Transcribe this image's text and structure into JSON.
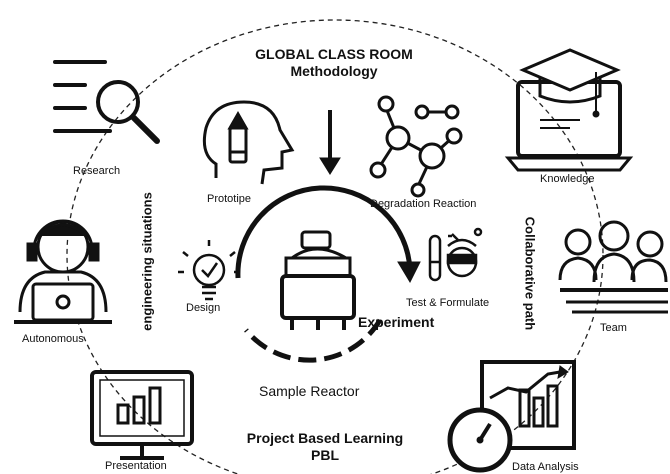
{
  "header": {
    "line1": "GLOBAL CLASS ROOM",
    "line2": "Methodology"
  },
  "footer": {
    "line1": "Project Based Learning",
    "line2": "PBL"
  },
  "side_left": "engineering situations",
  "side_right": "Collaborative path",
  "center": {
    "title": "Experiment",
    "subtitle": "Sample Reactor"
  },
  "nodes": {
    "research": "Research",
    "autonomous": "Autonomous",
    "presentation": "Presentation",
    "knowledge": "Knowledge",
    "team": "Team",
    "data_analysis": "Data Analysis"
  },
  "inner": {
    "prototype": "Prototipe",
    "degradation": "Degradation Reaction",
    "design": "Design",
    "test": "Test & Formulate"
  },
  "icons": [
    "magnifier-icon",
    "student-headset-icon",
    "bar-chart-monitor-icon",
    "graduation-laptop-icon",
    "team-icon",
    "data-analysis-icon",
    "head-pencil-icon",
    "molecule-icon",
    "lightbulb-check-icon",
    "test-tube-icon",
    "reactor-icon",
    "down-arrow-icon"
  ]
}
